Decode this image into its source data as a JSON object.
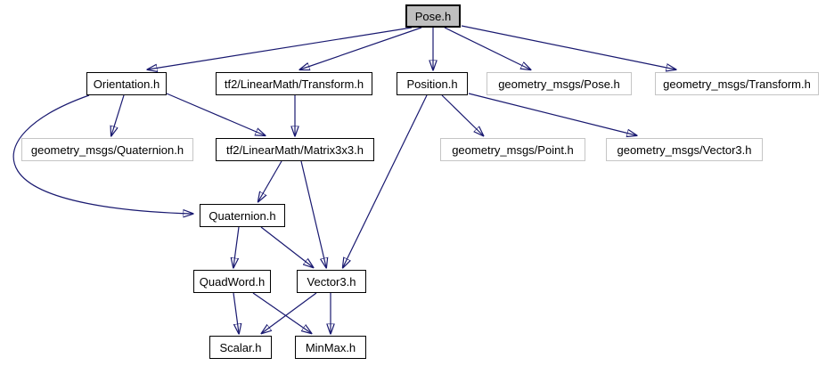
{
  "diagram": {
    "type": "include-dependency-graph",
    "root": "Pose.h",
    "colors": {
      "edge": "#191970",
      "root_fill": "#bfbfbf",
      "node_fill": "#ffffff",
      "node_border": "#000000",
      "external_node_border": "#c5c5c5",
      "text": "#000000",
      "background": "#ffffff"
    },
    "nodes": [
      {
        "id": "pose",
        "label": "Pose.h",
        "kind": "root"
      },
      {
        "id": "orientation",
        "label": "Orientation.h",
        "kind": "internal"
      },
      {
        "id": "tf2-transform",
        "label": "tf2/LinearMath/Transform.h",
        "kind": "internal"
      },
      {
        "id": "position",
        "label": "Position.h",
        "kind": "internal"
      },
      {
        "id": "gm-pose",
        "label": "geometry_msgs/Pose.h",
        "kind": "external"
      },
      {
        "id": "gm-transform",
        "label": "geometry_msgs/Transform.h",
        "kind": "external"
      },
      {
        "id": "gm-quaternion",
        "label": "geometry_msgs/Quaternion.h",
        "kind": "external"
      },
      {
        "id": "tf2-matrix3x3",
        "label": "tf2/LinearMath/Matrix3x3.h",
        "kind": "internal"
      },
      {
        "id": "gm-point",
        "label": "geometry_msgs/Point.h",
        "kind": "external"
      },
      {
        "id": "gm-vector3",
        "label": "geometry_msgs/Vector3.h",
        "kind": "external"
      },
      {
        "id": "quaternion",
        "label": "Quaternion.h",
        "kind": "internal"
      },
      {
        "id": "quadword",
        "label": "QuadWord.h",
        "kind": "internal"
      },
      {
        "id": "vector3",
        "label": "Vector3.h",
        "kind": "internal"
      },
      {
        "id": "scalar",
        "label": "Scalar.h",
        "kind": "internal"
      },
      {
        "id": "minmax",
        "label": "MinMax.h",
        "kind": "internal"
      }
    ],
    "edges": [
      {
        "from": "Pose.h",
        "to": "Orientation.h"
      },
      {
        "from": "Pose.h",
        "to": "tf2/LinearMath/Transform.h"
      },
      {
        "from": "Pose.h",
        "to": "Position.h"
      },
      {
        "from": "Pose.h",
        "to": "geometry_msgs/Pose.h"
      },
      {
        "from": "Pose.h",
        "to": "geometry_msgs/Transform.h"
      },
      {
        "from": "Orientation.h",
        "to": "geometry_msgs/Quaternion.h"
      },
      {
        "from": "Orientation.h",
        "to": "tf2/LinearMath/Matrix3x3.h"
      },
      {
        "from": "Orientation.h",
        "to": "Quaternion.h"
      },
      {
        "from": "tf2/LinearMath/Transform.h",
        "to": "tf2/LinearMath/Matrix3x3.h"
      },
      {
        "from": "tf2/LinearMath/Matrix3x3.h",
        "to": "Quaternion.h"
      },
      {
        "from": "tf2/LinearMath/Matrix3x3.h",
        "to": "Vector3.h"
      },
      {
        "from": "Position.h",
        "to": "geometry_msgs/Point.h"
      },
      {
        "from": "Position.h",
        "to": "geometry_msgs/Vector3.h"
      },
      {
        "from": "Position.h",
        "to": "Vector3.h"
      },
      {
        "from": "Quaternion.h",
        "to": "QuadWord.h"
      },
      {
        "from": "Quaternion.h",
        "to": "Vector3.h"
      },
      {
        "from": "QuadWord.h",
        "to": "Scalar.h"
      },
      {
        "from": "QuadWord.h",
        "to": "MinMax.h"
      },
      {
        "from": "Vector3.h",
        "to": "Scalar.h"
      },
      {
        "from": "Vector3.h",
        "to": "MinMax.h"
      }
    ]
  }
}
